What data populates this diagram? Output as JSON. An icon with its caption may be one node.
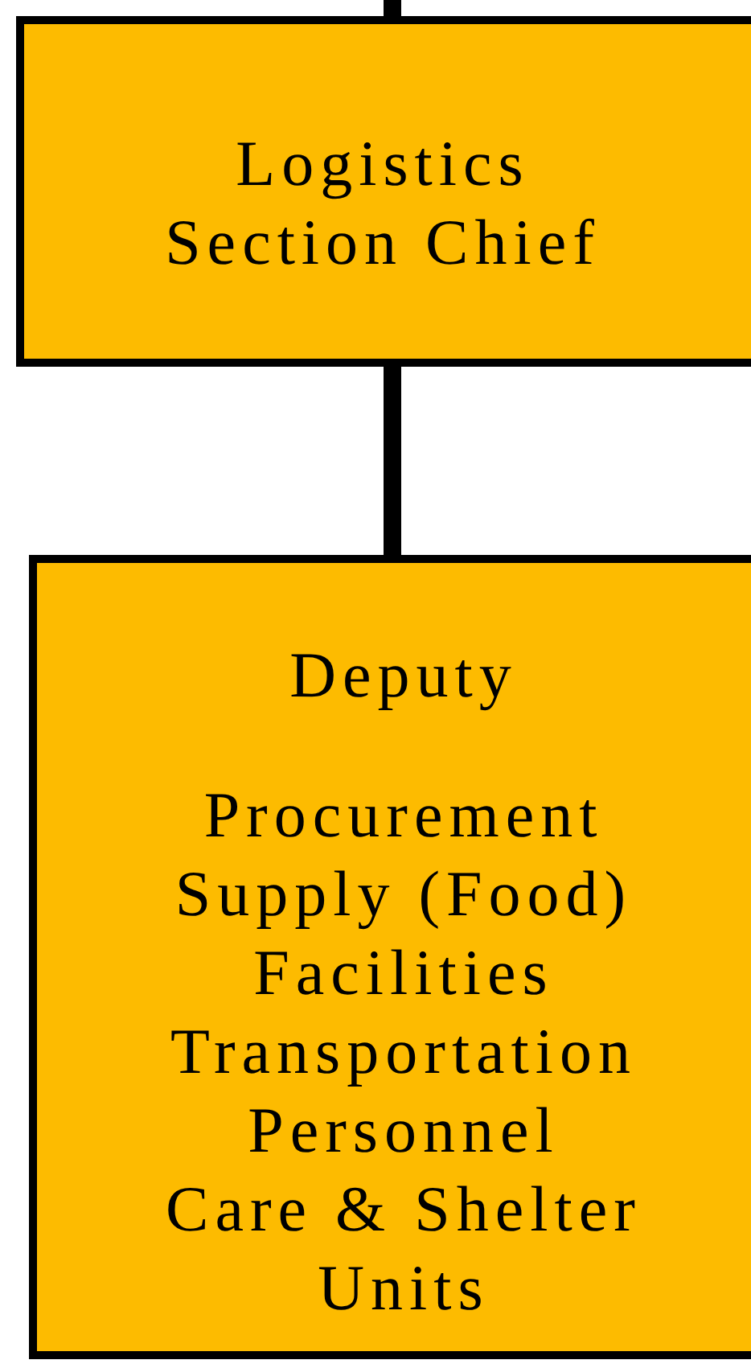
{
  "diagram": {
    "nodes": [
      {
        "text": [
          "Logistics Section Chief"
        ]
      },
      {
        "text": [
          "Deputy",
          "Procurement",
          "Supply (Food)",
          "Facilities",
          "Transportation",
          "Personnel",
          "Care & Shelter",
          "Units"
        ]
      }
    ],
    "edges": [
      {
        "from": null,
        "to": 0,
        "arrow": "none"
      },
      {
        "from": 0,
        "to": 1,
        "arrow": "none"
      }
    ]
  }
}
